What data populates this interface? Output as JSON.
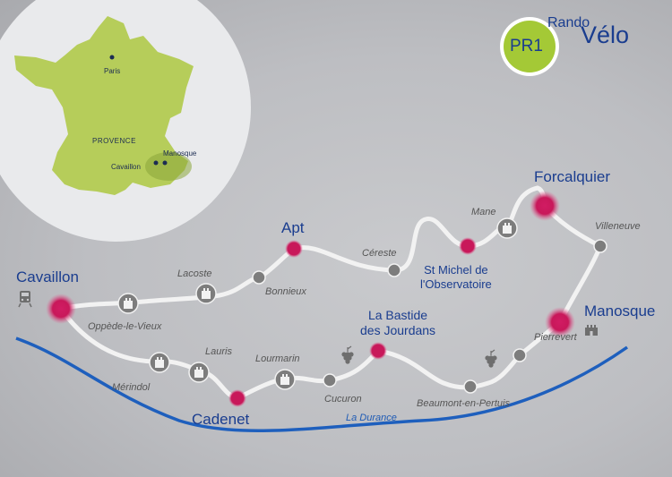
{
  "brand": {
    "badge": "PR1",
    "word1": "Rando",
    "word2": "Vélo"
  },
  "inset": {
    "region": "PROVENCE",
    "cities": [
      "Paris",
      "Cavaillon",
      "Manosque"
    ]
  },
  "river": "La Durance",
  "major_towns": {
    "cavaillon": "Cavaillon",
    "apt": "Apt",
    "forcalquier": "Forcalquier",
    "manosque": "Manosque",
    "cadenet": "Cadenet",
    "bastide": "La Bastide\ndes Jourdans",
    "st_michel": "St Michel de\nl'Observatoire"
  },
  "minor_towns": {
    "lacoste": "Lacoste",
    "bonnieux": "Bonnieux",
    "oppede": "Oppède-le-Vieux",
    "cereste": "Céreste",
    "mane": "Mane",
    "villeneuve": "Villeneuve",
    "lauris": "Lauris",
    "merindol": "Mérindol",
    "lourmarin": "Lourmarin",
    "cucuron": "Cucuron",
    "beaumont": "Beaumont-en-Pertuis",
    "pierrevert": "Pierrevert"
  },
  "icons": [
    "train-icon",
    "castle-icon",
    "grapes-icon"
  ],
  "colors": {
    "route": "#f2f2f2",
    "town_dot": "#c8185a",
    "village_dot": "#7d7d7d",
    "river": "#1e5fbd",
    "inset_land": "#b6cd5a",
    "badge": "#a4c936"
  }
}
